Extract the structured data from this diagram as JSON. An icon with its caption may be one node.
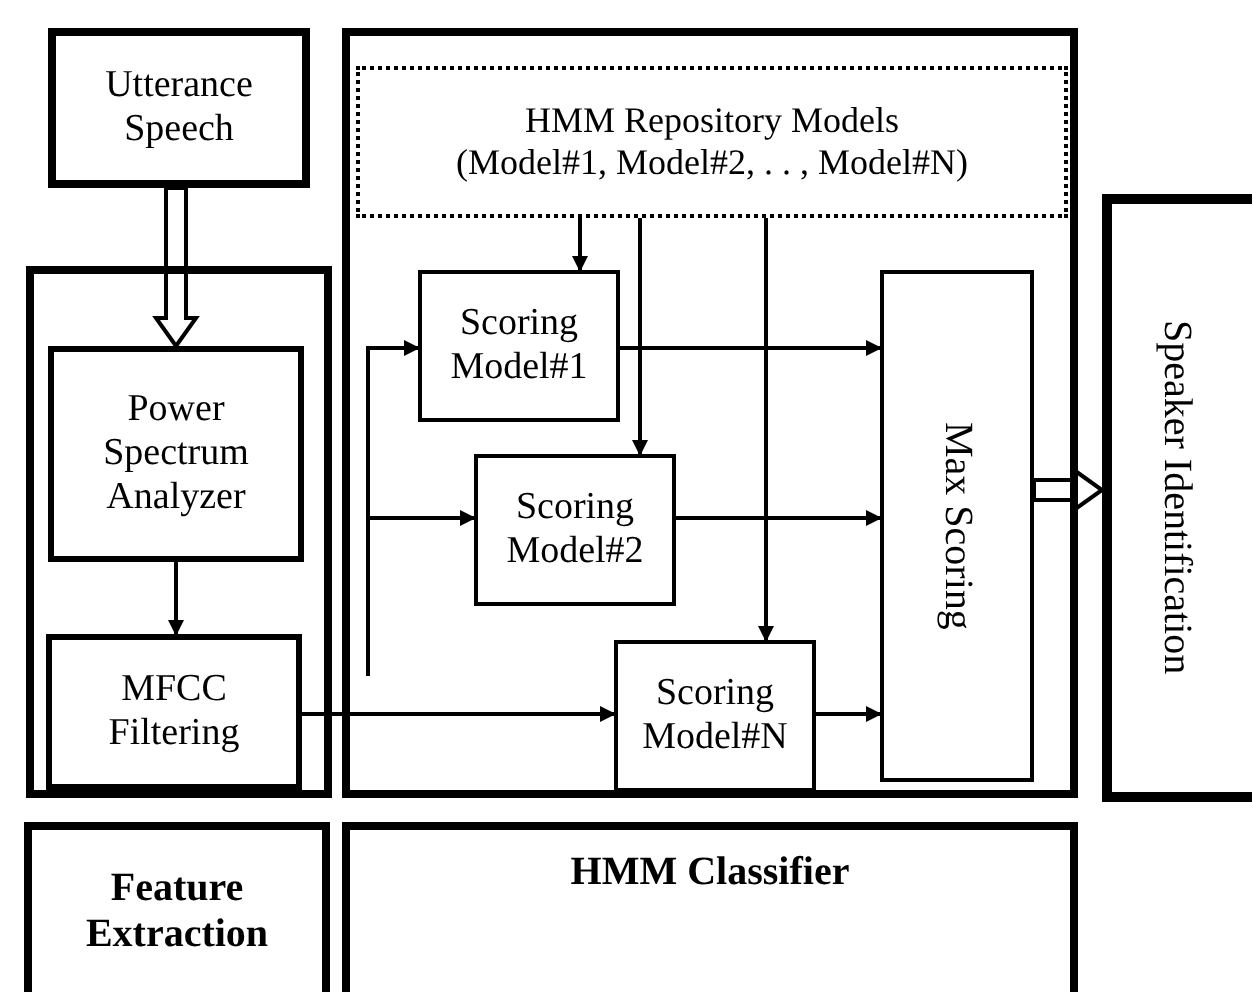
{
  "diagram": {
    "nodes": [
      {
        "text": [
          "Utterance Speech"
        ]
      },
      {
        "text": [],
        "shape": "box"
      },
      {
        "text": [
          "Power Spectrum Analyzer"
        ],
        "in": 1
      },
      {
        "text": [
          "MFCC Filtering"
        ],
        "in": 1
      },
      {
        "text": [],
        "shape": "box"
      },
      {
        "text": [
          "HMM Repository Models (Model#1, Model#2, . . , Model#N)"
        ],
        "in": 4
      },
      {
        "text": [
          "Scoring Model#1"
        ],
        "in": 4
      },
      {
        "text": [
          "Scoring Model#2"
        ],
        "in": 4
      },
      {
        "text": [
          "Scoring Model#N"
        ],
        "in": 4
      },
      {
        "text": [
          "Max Scoring"
        ],
        "in": 4
      },
      {
        "text": [
          "Speaker Identification"
        ]
      },
      {
        "text": [
          "Feature Extraction"
        ]
      },
      {
        "text": [
          "HMM Classifier"
        ]
      }
    ],
    "edges": [
      {
        "from": 0,
        "to": 2,
        "arrow": "to",
        "style": "thick"
      },
      {
        "from": 2,
        "to": 3,
        "arrow": "to"
      },
      {
        "from": 3,
        "to": 8,
        "arrow": "to"
      },
      {
        "from": null,
        "to": 6,
        "arrow": "to"
      },
      {
        "from": null,
        "to": 7,
        "arrow": "to"
      },
      {
        "from": 5,
        "to": 6,
        "arrow": "to"
      },
      {
        "from": 5,
        "to": 7,
        "arrow": "to"
      },
      {
        "from": 5,
        "to": 8,
        "arrow": "to"
      },
      {
        "from": 6,
        "to": 9,
        "arrow": "to"
      },
      {
        "from": 7,
        "to": 9,
        "arrow": "to"
      },
      {
        "from": 8,
        "to": 9,
        "arrow": "to"
      },
      {
        "from": 9,
        "to": 10,
        "arrow": "to",
        "style": "thick"
      }
    ]
  }
}
